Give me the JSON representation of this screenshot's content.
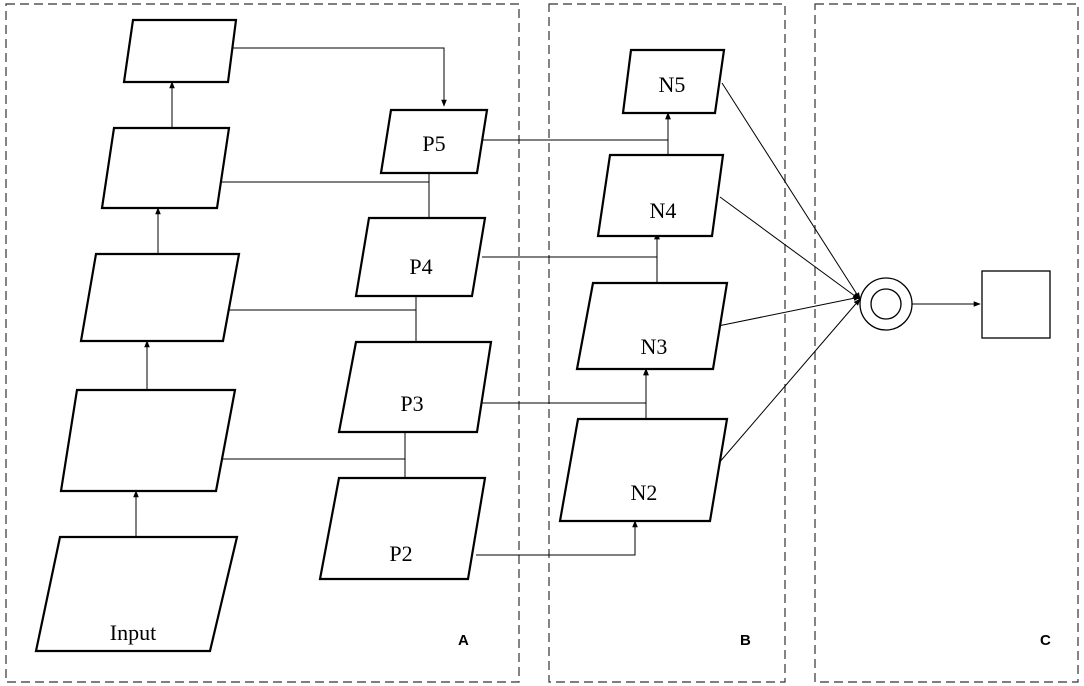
{
  "panels": [
    {
      "id": "A",
      "label": "A"
    },
    {
      "id": "B",
      "label": "B"
    },
    {
      "id": "C",
      "label": "C"
    }
  ],
  "nodes": {
    "backbone": [
      "",
      "",
      "",
      "",
      "Input"
    ],
    "fpn": [
      "P5",
      "P4",
      "P3",
      "P2"
    ],
    "pan": [
      "N5",
      "N4",
      "N3",
      "N2"
    ]
  },
  "colors": {
    "stroke": "#000000",
    "frame": "#333333",
    "background": "#ffffff"
  }
}
